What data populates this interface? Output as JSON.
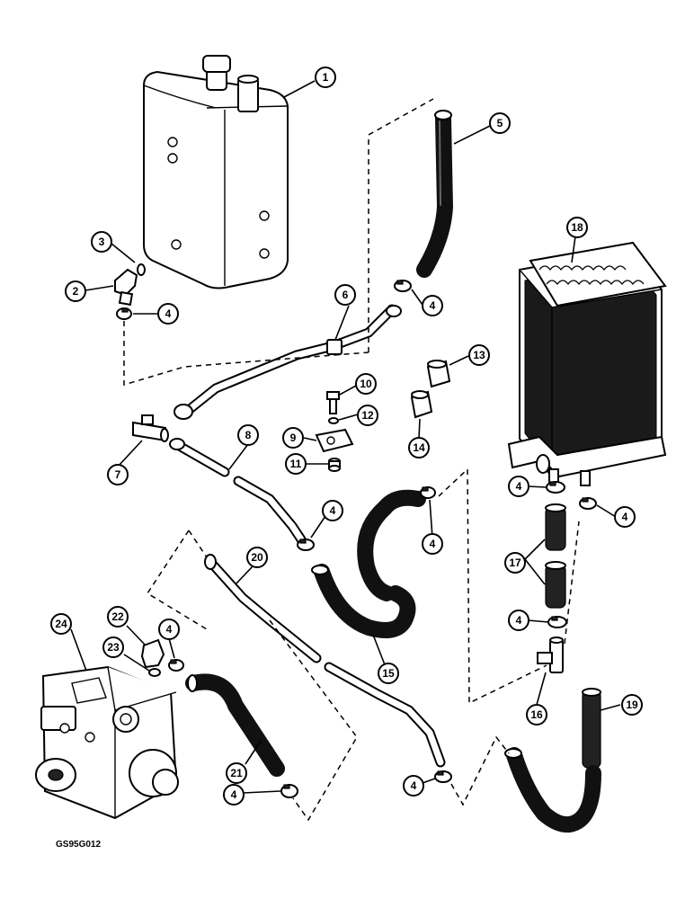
{
  "figure_code": "GS95G012",
  "callouts": [
    {
      "label": "1"
    },
    {
      "label": "2"
    },
    {
      "label": "3"
    },
    {
      "label": "4"
    },
    {
      "label": "4"
    },
    {
      "label": "5"
    },
    {
      "label": "6"
    },
    {
      "label": "7"
    },
    {
      "label": "8"
    },
    {
      "label": "9"
    },
    {
      "label": "10"
    },
    {
      "label": "11"
    },
    {
      "label": "12"
    },
    {
      "label": "13"
    },
    {
      "label": "14"
    },
    {
      "label": "4"
    },
    {
      "label": "4"
    },
    {
      "label": "15"
    },
    {
      "label": "4"
    },
    {
      "label": "17"
    },
    {
      "label": "4"
    },
    {
      "label": "16"
    },
    {
      "label": "18"
    },
    {
      "label": "19"
    },
    {
      "label": "20"
    },
    {
      "label": "22"
    },
    {
      "label": "4"
    },
    {
      "label": "23"
    },
    {
      "label": "24"
    },
    {
      "label": "21"
    },
    {
      "label": "4"
    },
    {
      "label": "4"
    },
    {
      "label": "4"
    }
  ]
}
